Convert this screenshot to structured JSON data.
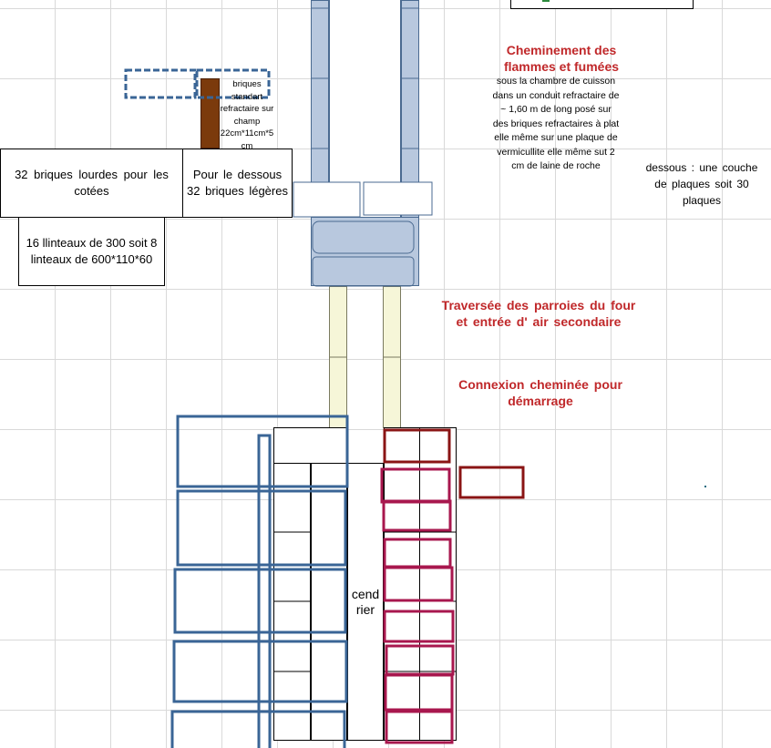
{
  "labels": {
    "cheminement_title": "Cheminement des flammes et fumées",
    "cheminement_text": "sous la chambre de cuisson dans un conduit refractaire de ~ 1,60 m de long posé sur des briques refractaires à plat elle même sur une plaque de vermicullite elle même sut 2 cm de laine de roche",
    "dessous_text": "dessous : une couche de plaques soit 30 plaques",
    "briques_standard": "briques standart refractaire sur champ 22cm*11cm*5 cm",
    "briques_lourdes": "32 briques lourdes pour les cotées",
    "dessous_legeres": "Pour le dessous 32 briques légères",
    "linteaux": "16 llinteaux de 300 soit 8 linteaux de 600*110*60",
    "traversee": "Traversée des parroies du four et entrée d' air secondaire",
    "connexion": "Connexion cheminée pour démarrage",
    "cendrier": "cend rier"
  },
  "colors": {
    "title_red": "#c0282a",
    "chimney_blue": "#b8c8de",
    "tube_yellow": "#f6f6d8",
    "brick_brown": "#7b3a0c",
    "outline_blue": "#3a6596",
    "outline_magenta": "#a8174e",
    "outline_dark_red": "#8a1414"
  }
}
